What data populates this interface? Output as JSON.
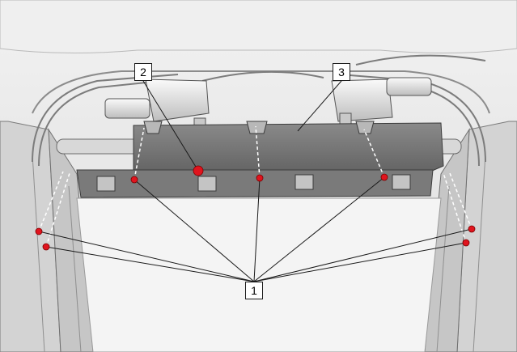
{
  "diagram": {
    "callouts": [
      {
        "id": "c1",
        "label": "1"
      },
      {
        "id": "c2",
        "label": "2"
      },
      {
        "id": "c3",
        "label": "3"
      }
    ],
    "colors": {
      "background": "#e6e6e6",
      "component_dark": "#6e6e6e",
      "component_mid": "#9a9a9a",
      "line_art": "#3c3c3c",
      "leader": "#1a1a1a",
      "fastener_red": "#e0141e"
    }
  }
}
